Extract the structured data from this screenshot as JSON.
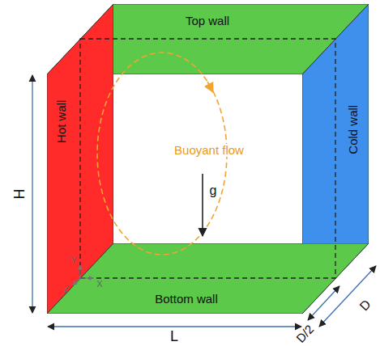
{
  "diagram": {
    "nodes": [
      {
        "text": [
          "Top wall"
        ]
      },
      {
        "text": [
          "Hot wall"
        ]
      },
      {
        "text": [
          "Cold wall"
        ]
      },
      {
        "text": [
          "Bottom wall"
        ]
      }
    ],
    "labels": [
      "Buoyant flow",
      "g",
      "Y",
      "Z",
      "X",
      "H",
      "L",
      "D/2",
      "D"
    ]
  }
}
